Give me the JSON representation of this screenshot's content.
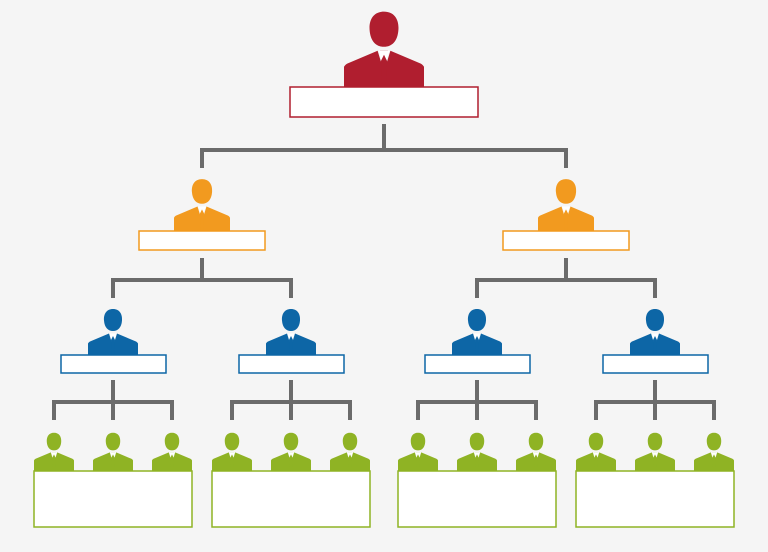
{
  "diagram": {
    "type": "org-chart",
    "background": "#f5f5f5",
    "connector_color": "#6b6b6b",
    "tier_colors": {
      "executive": "#b01e2f",
      "director": "#f29a1f",
      "manager": "#0d66a6",
      "staff": "#8fb324"
    },
    "icon": "businessman-icon",
    "levels": [
      {
        "tier": "executive",
        "count": 1,
        "box_text": [
          ""
        ]
      },
      {
        "tier": "director",
        "count": 2,
        "box_text": [
          "",
          ""
        ]
      },
      {
        "tier": "manager",
        "count": 4,
        "box_text": [
          "",
          "",
          "",
          ""
        ]
      },
      {
        "tier": "staff",
        "count": 12,
        "team_box_text": [
          "",
          "",
          "",
          ""
        ]
      }
    ]
  }
}
